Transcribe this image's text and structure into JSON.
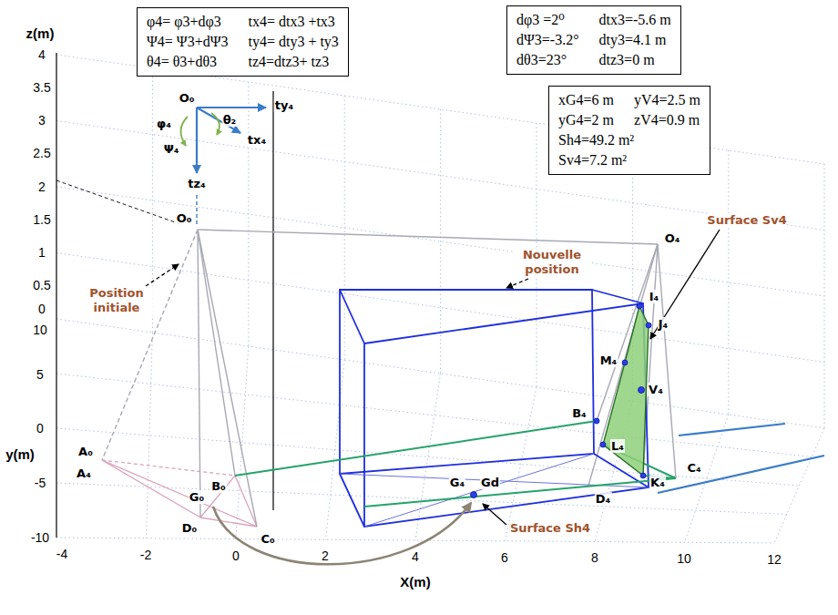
{
  "diagram": {
    "nodes": [
      {
        "text": [
          "φ4= φ3+dφ3",
          "tx4= dtx3 +tx3",
          "Ψ4= Ψ3+dΨ3",
          "ty4= dty3 + ty3",
          "θ4= θ3+dθ3",
          "tz4=dtz3+ tz3"
        ]
      },
      {
        "text": [
          "dφ3 =2⁰",
          "dtx3=-5.6 m",
          "dΨ3=-3.2°",
          "dty3=4.1 m",
          "dθ3=23°",
          "dtz3=0 m"
        ]
      },
      {
        "text": [
          "xG4=6 m",
          "yV4=2.5 m",
          "yG4=2 m",
          "zV4=0.9 m",
          "Sh4=49.2 m²",
          "Sv4=7.2 m²"
        ]
      }
    ],
    "labels": [
      "z(m)",
      "4",
      "3.5",
      "3",
      "2.5",
      "2",
      "1.5",
      "1",
      "0.5",
      "0",
      "10",
      "5",
      "0",
      "-5",
      "-10",
      "y(m)",
      "-4",
      "-2",
      "0",
      "2",
      "4",
      "6",
      "8",
      "10",
      "12",
      "X(m)",
      "O₀",
      "ty₄",
      "φ₄",
      "θ₂",
      "Ψ₄",
      "tx₄",
      "tz₄",
      "O₀",
      "Position initiale",
      "Nouvelle position",
      "O₄",
      "I₄",
      "J₄",
      "M₄",
      "V₄",
      "Surface Sv4",
      "B₄",
      "L₄",
      "C₄",
      "K₄",
      "D₄",
      "G₄",
      "Gd",
      "Surface Sh4",
      "A₀",
      "A₄",
      "B₀",
      "G₀",
      "D₀",
      "C₀"
    ]
  }
}
